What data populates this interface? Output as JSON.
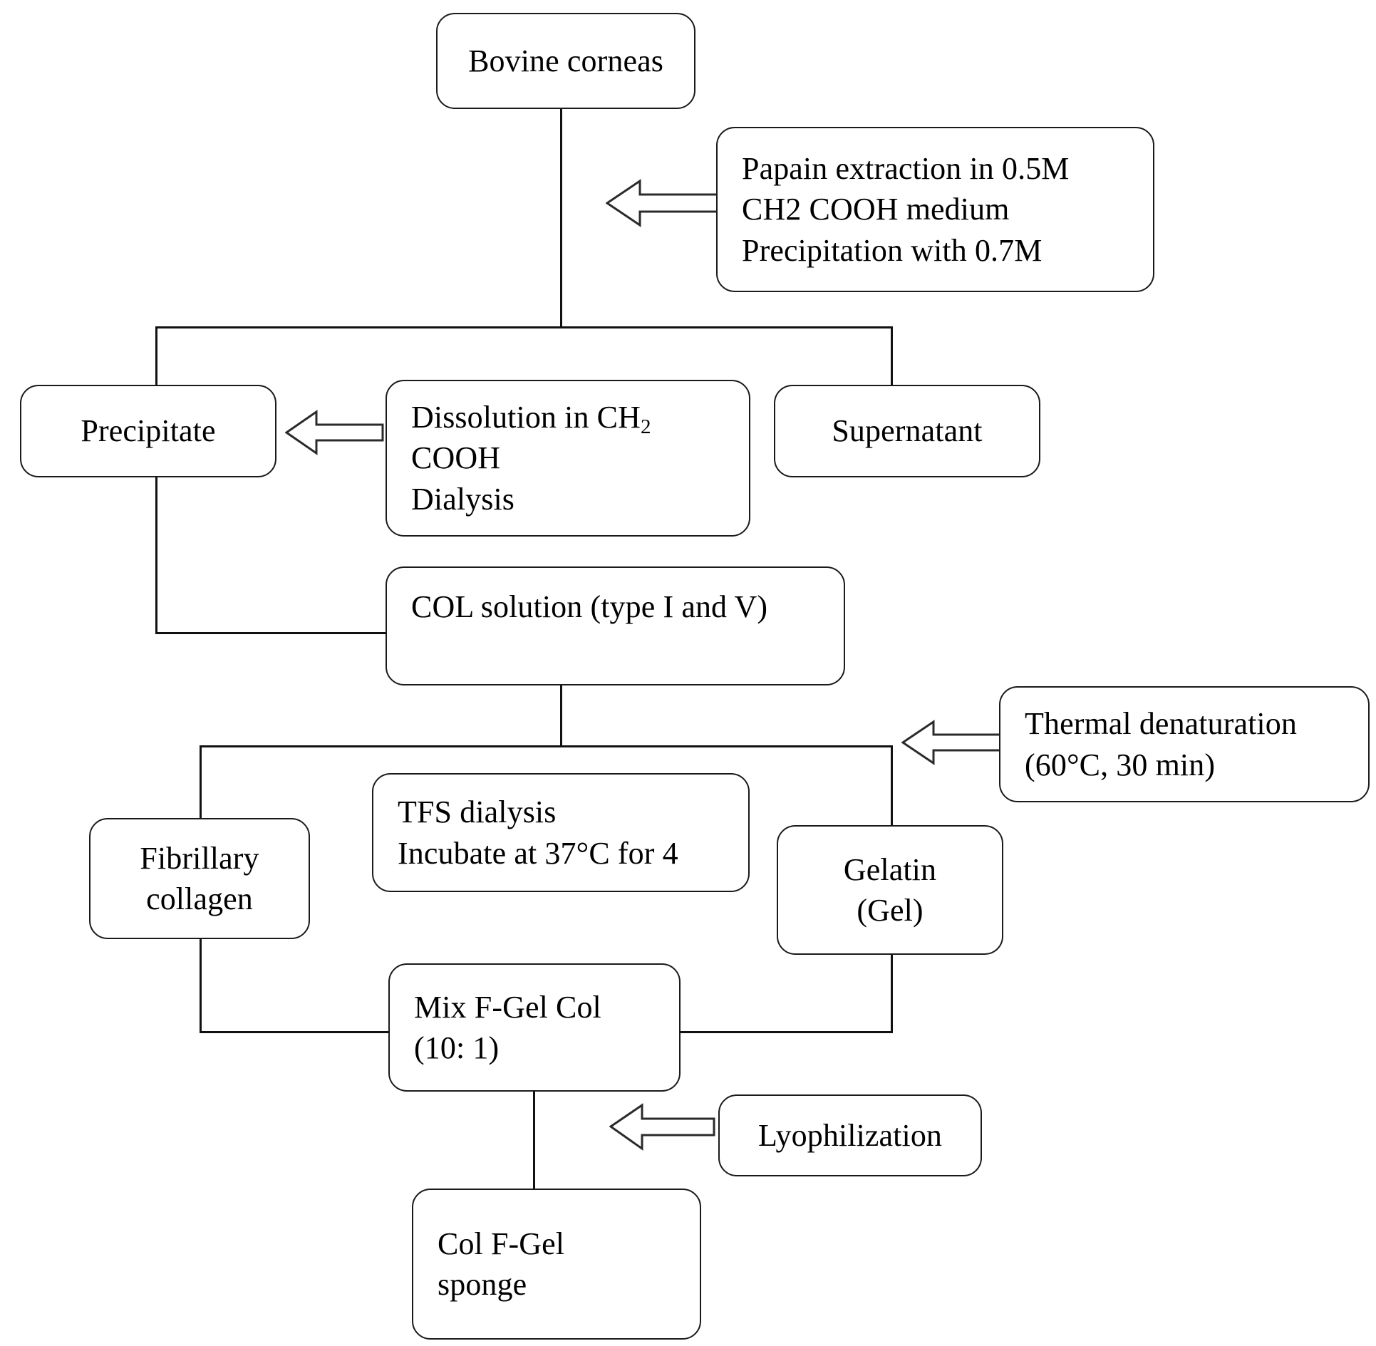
{
  "diagram": {
    "title": "Collagen F-Gel sponge preparation flowchart",
    "type": "process-flowchart",
    "line_color": "#111111",
    "box_border_color": "#1a1a1a",
    "background_color": "#ffffff",
    "text_color": "#000000"
  },
  "nodes": {
    "bovine_corneas": {
      "label": "Bovine corneas"
    },
    "papain_extraction": {
      "label": "Papain extraction in 0.5M\nCH2 COOH medium\nPrecipitation with 0.7M"
    },
    "precipitate": {
      "label": "Precipitate"
    },
    "dissolution": {
      "line1_prefix": "Dissolution in CH",
      "line1_sub": "2",
      "line2": "COOH",
      "line3": "Dialysis"
    },
    "supernatant": {
      "label": "Supernatant"
    },
    "col_solution": {
      "label": "COL solution (type I and V)"
    },
    "thermal_denaturation": {
      "label": "Thermal denaturation\n(60°C, 30 min)"
    },
    "fibrillary_collagen": {
      "label": "Fibrillary\ncollagen"
    },
    "tfs_dialysis": {
      "label": "TFS dialysis\nIncubate at 37°C for 4"
    },
    "gelatin": {
      "label": "Gelatin\n(Gel)"
    },
    "mix_f_gel_col": {
      "label": "Mix F-Gel Col\n(10: 1)"
    },
    "lyophilization": {
      "label": "Lyophilization"
    },
    "col_f_gel_sponge": {
      "label": "Col F-Gel\nsponge"
    }
  },
  "arrows": {
    "to_papain_step": {
      "direction": "left",
      "style": "hollow-block"
    },
    "to_precipitate_step": {
      "direction": "left",
      "style": "hollow-block"
    },
    "to_thermal_step": {
      "direction": "left",
      "style": "hollow-block"
    },
    "to_lyophilization_step": {
      "direction": "left",
      "style": "hollow-block"
    }
  }
}
